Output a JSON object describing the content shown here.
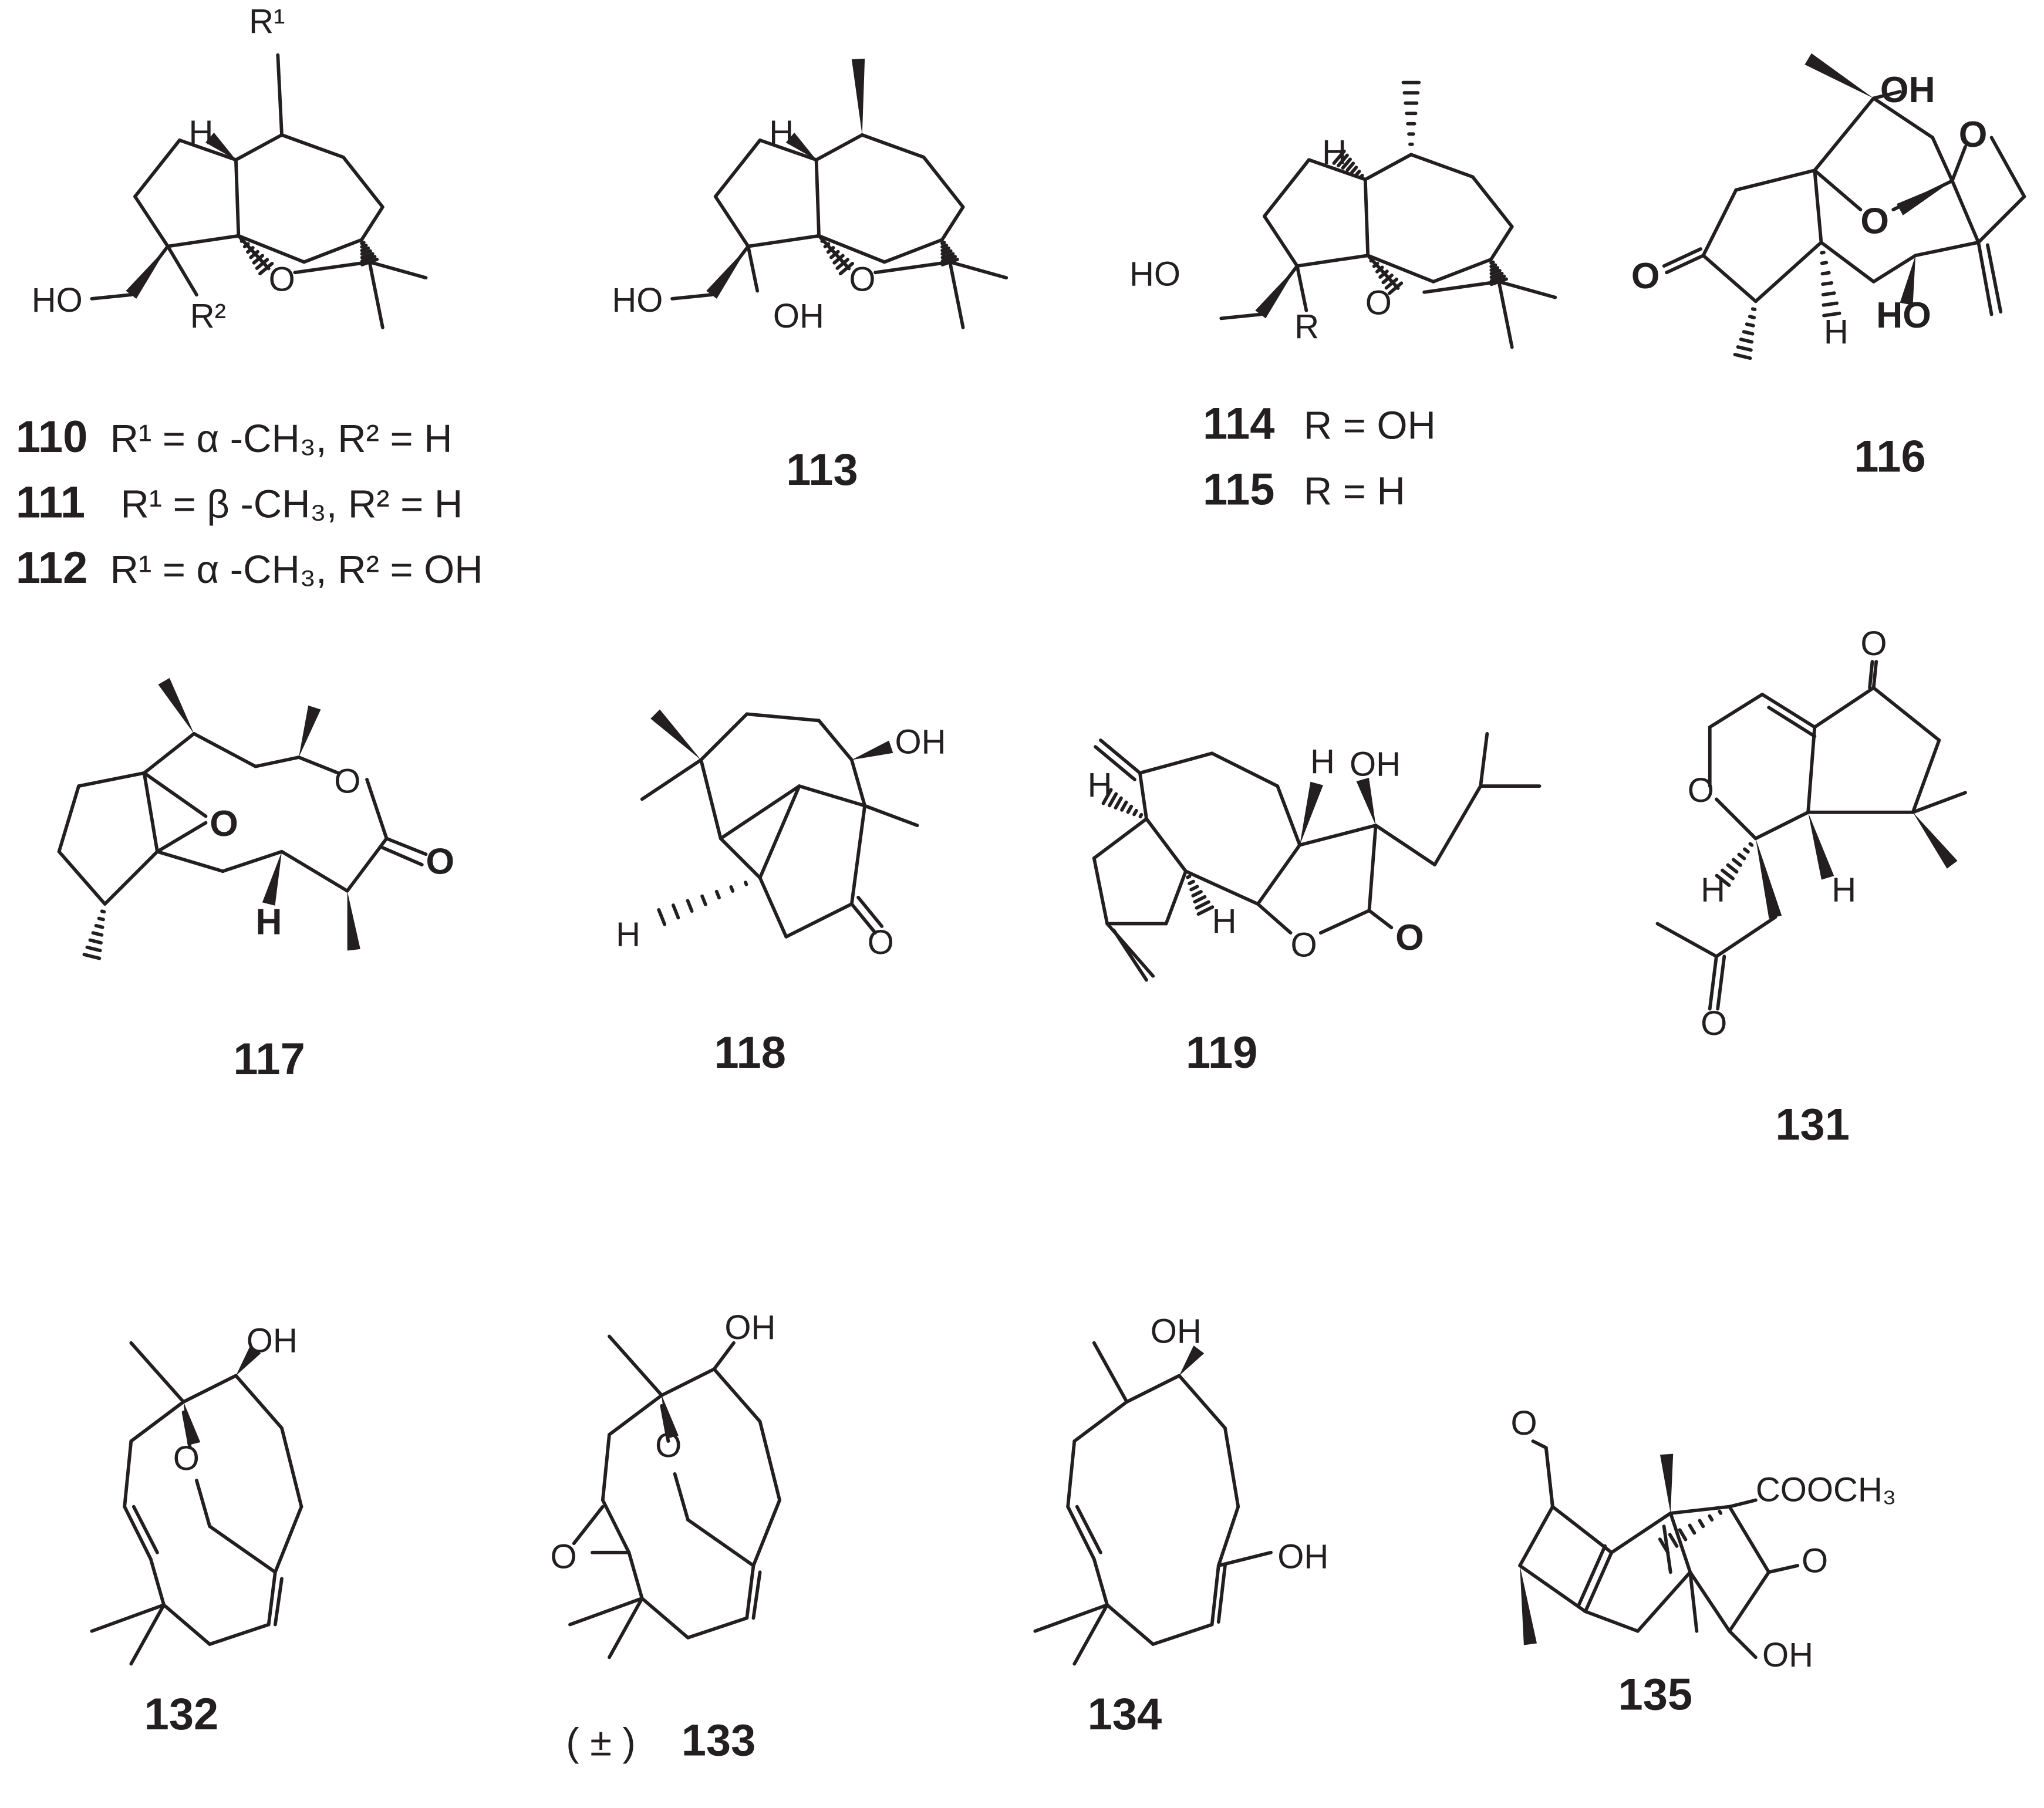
{
  "compounds": {
    "c110": {
      "number": "110",
      "desc": "R¹ = α -CH₃, R² = H"
    },
    "c111": {
      "number": "111",
      "desc": "R¹ = β -CH₃, R² = H"
    },
    "c112": {
      "number": "112",
      "desc": "R¹ = α -CH₃, R² = OH"
    },
    "c113": {
      "number": "113"
    },
    "c114": {
      "number": "114",
      "desc": "R =  OH"
    },
    "c115": {
      "number": "115",
      "desc": "R =  H"
    },
    "c116": {
      "number": "116"
    },
    "c117": {
      "number": "117"
    },
    "c118": {
      "number": "118"
    },
    "c119": {
      "number": "119"
    },
    "c131": {
      "number": "131"
    },
    "c132": {
      "number": "132"
    },
    "c133": {
      "number": "133",
      "prefix": "( ± )"
    },
    "c134": {
      "number": "134"
    },
    "c135": {
      "number": "135"
    }
  },
  "atoms": {
    "R1": "R¹",
    "R2": "R²",
    "R": "R",
    "H": "H",
    "HO": "HO",
    "OH": "OH",
    "O": "O",
    "COOCH3": "COOCH₃"
  },
  "colors": {
    "ink": "#231f20",
    "background": "#ffffff"
  }
}
